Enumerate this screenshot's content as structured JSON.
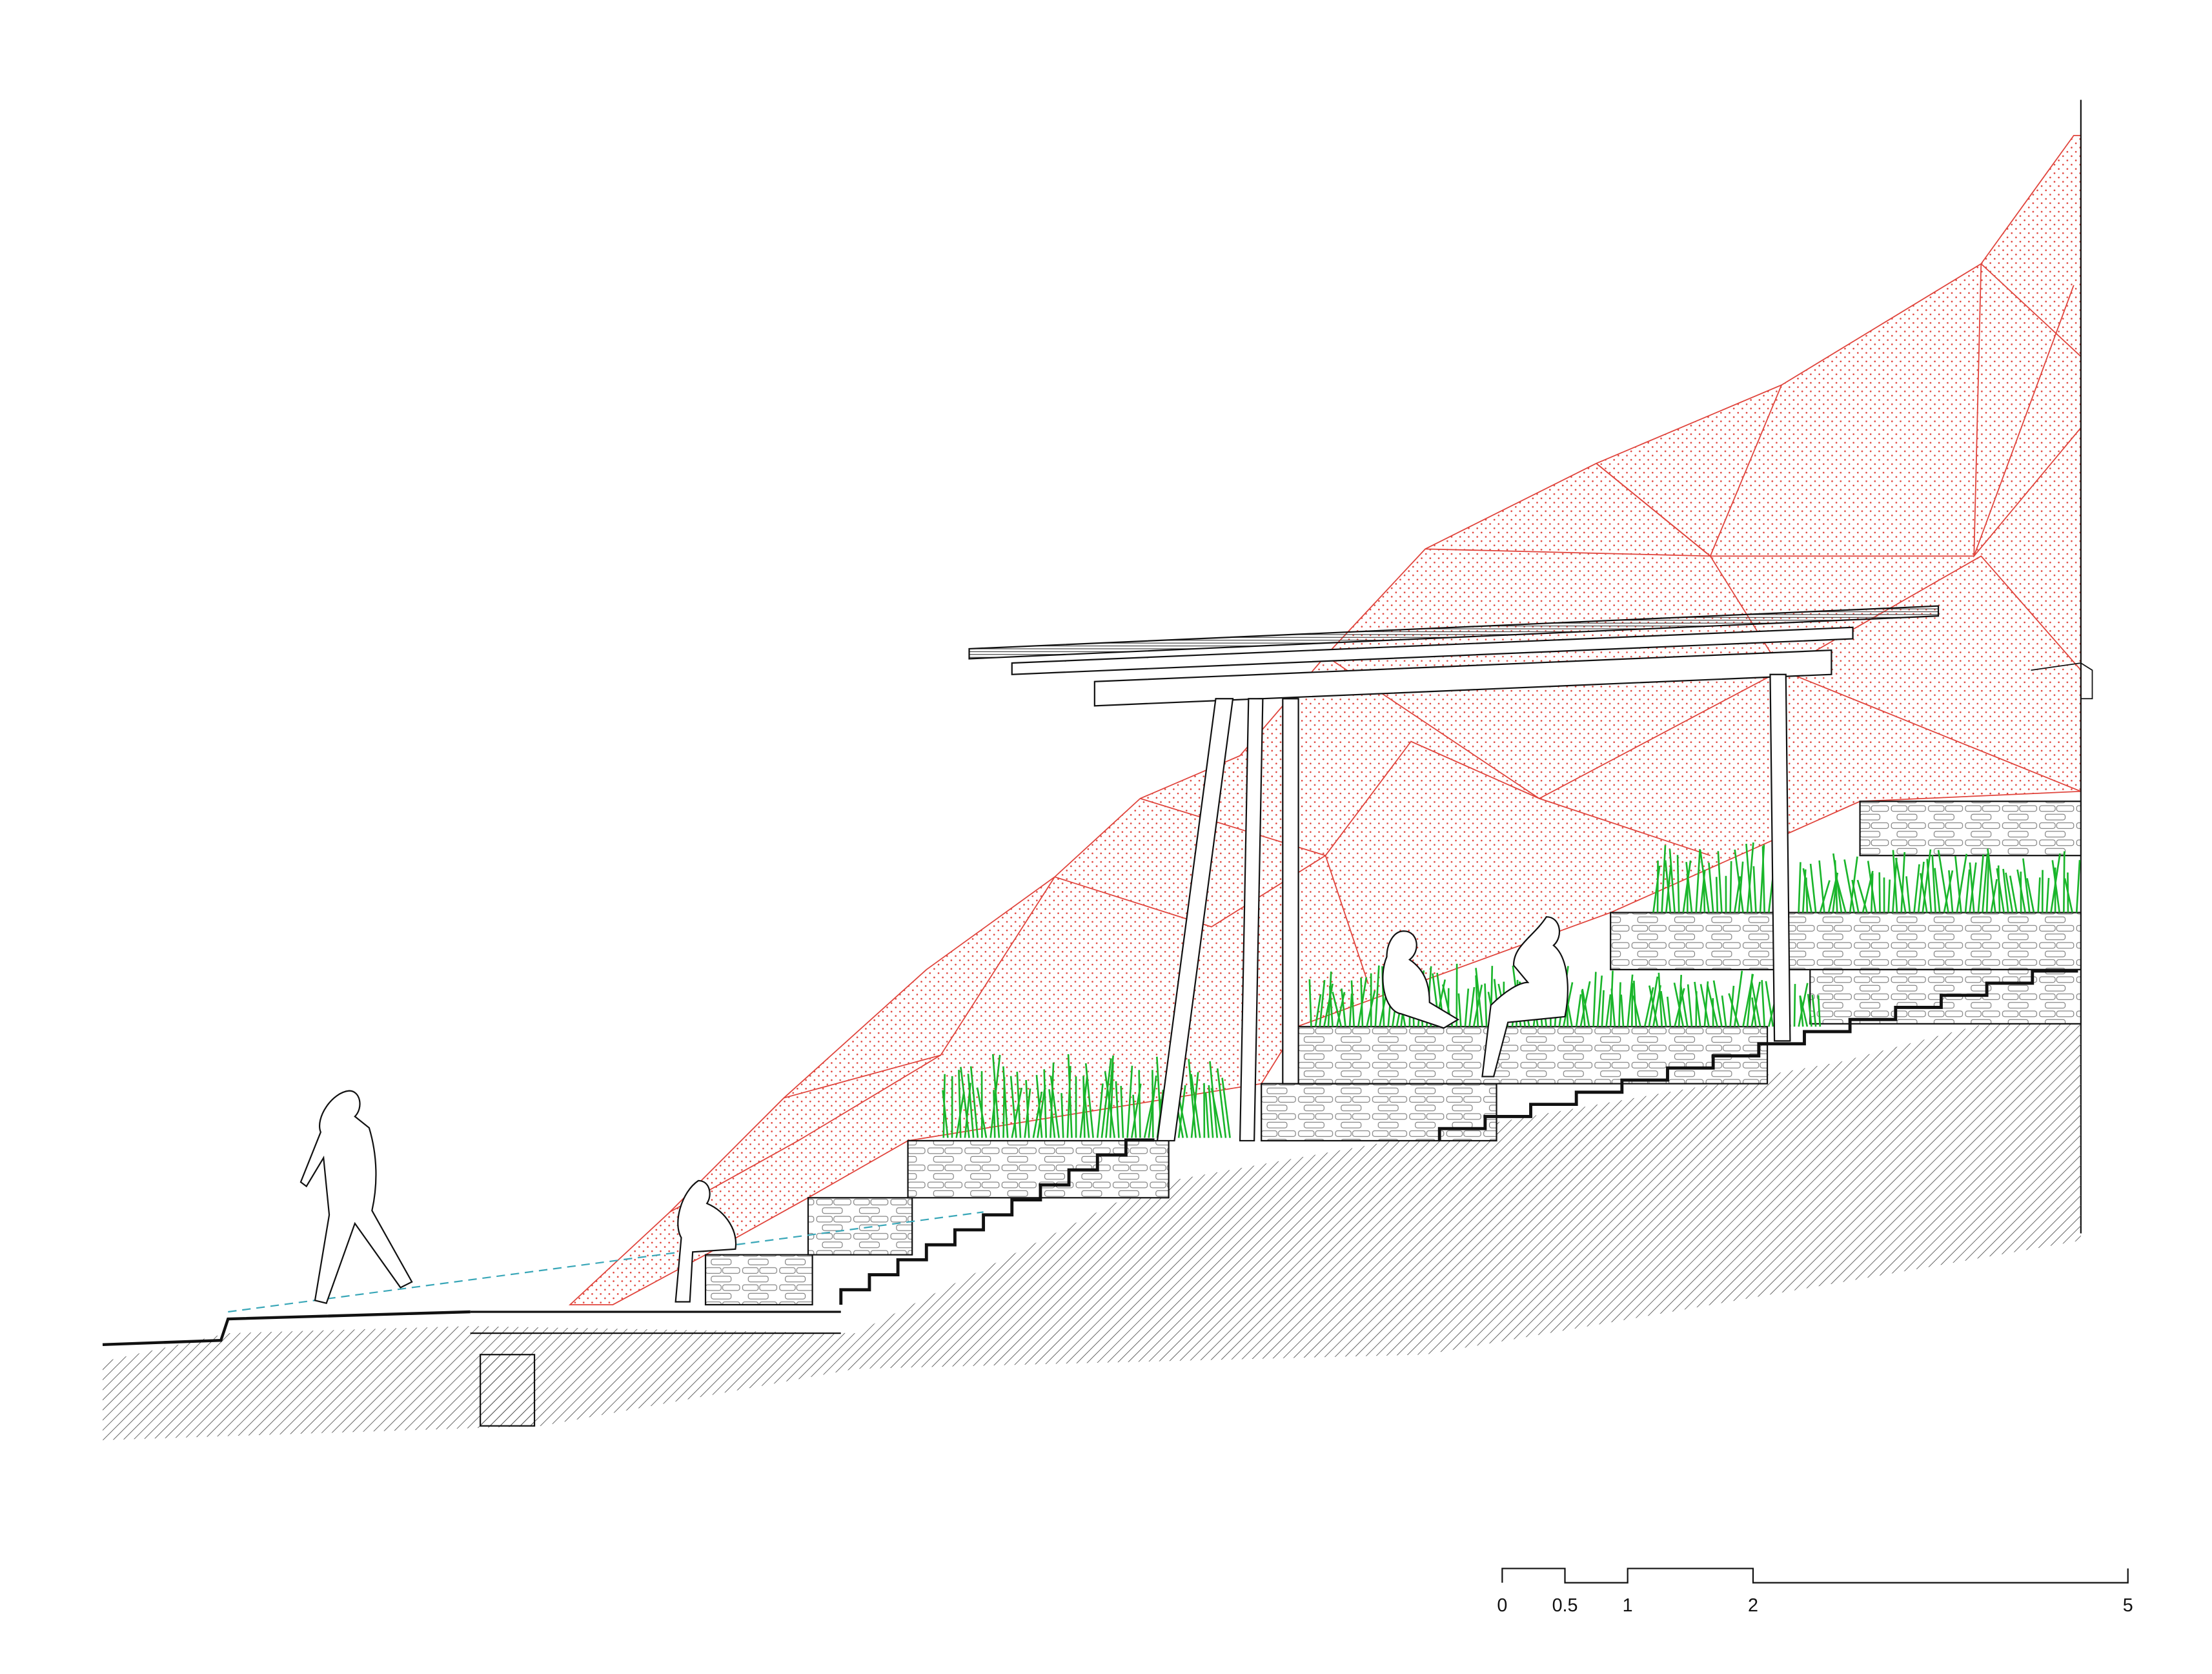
{
  "drawing": {
    "type": "architectural-section",
    "colors": {
      "line": "#111111",
      "mountain": "#e0443c",
      "grass": "#19b52a",
      "grass_flower": "#e8b24a",
      "sightline": "#3aa7b8",
      "hatch": "#555555"
    }
  },
  "scale_bar": {
    "unit_labels": [
      "0",
      "0.5",
      "1",
      "2",
      "5"
    ],
    "values": [
      0,
      0.5,
      1,
      2,
      5
    ]
  }
}
